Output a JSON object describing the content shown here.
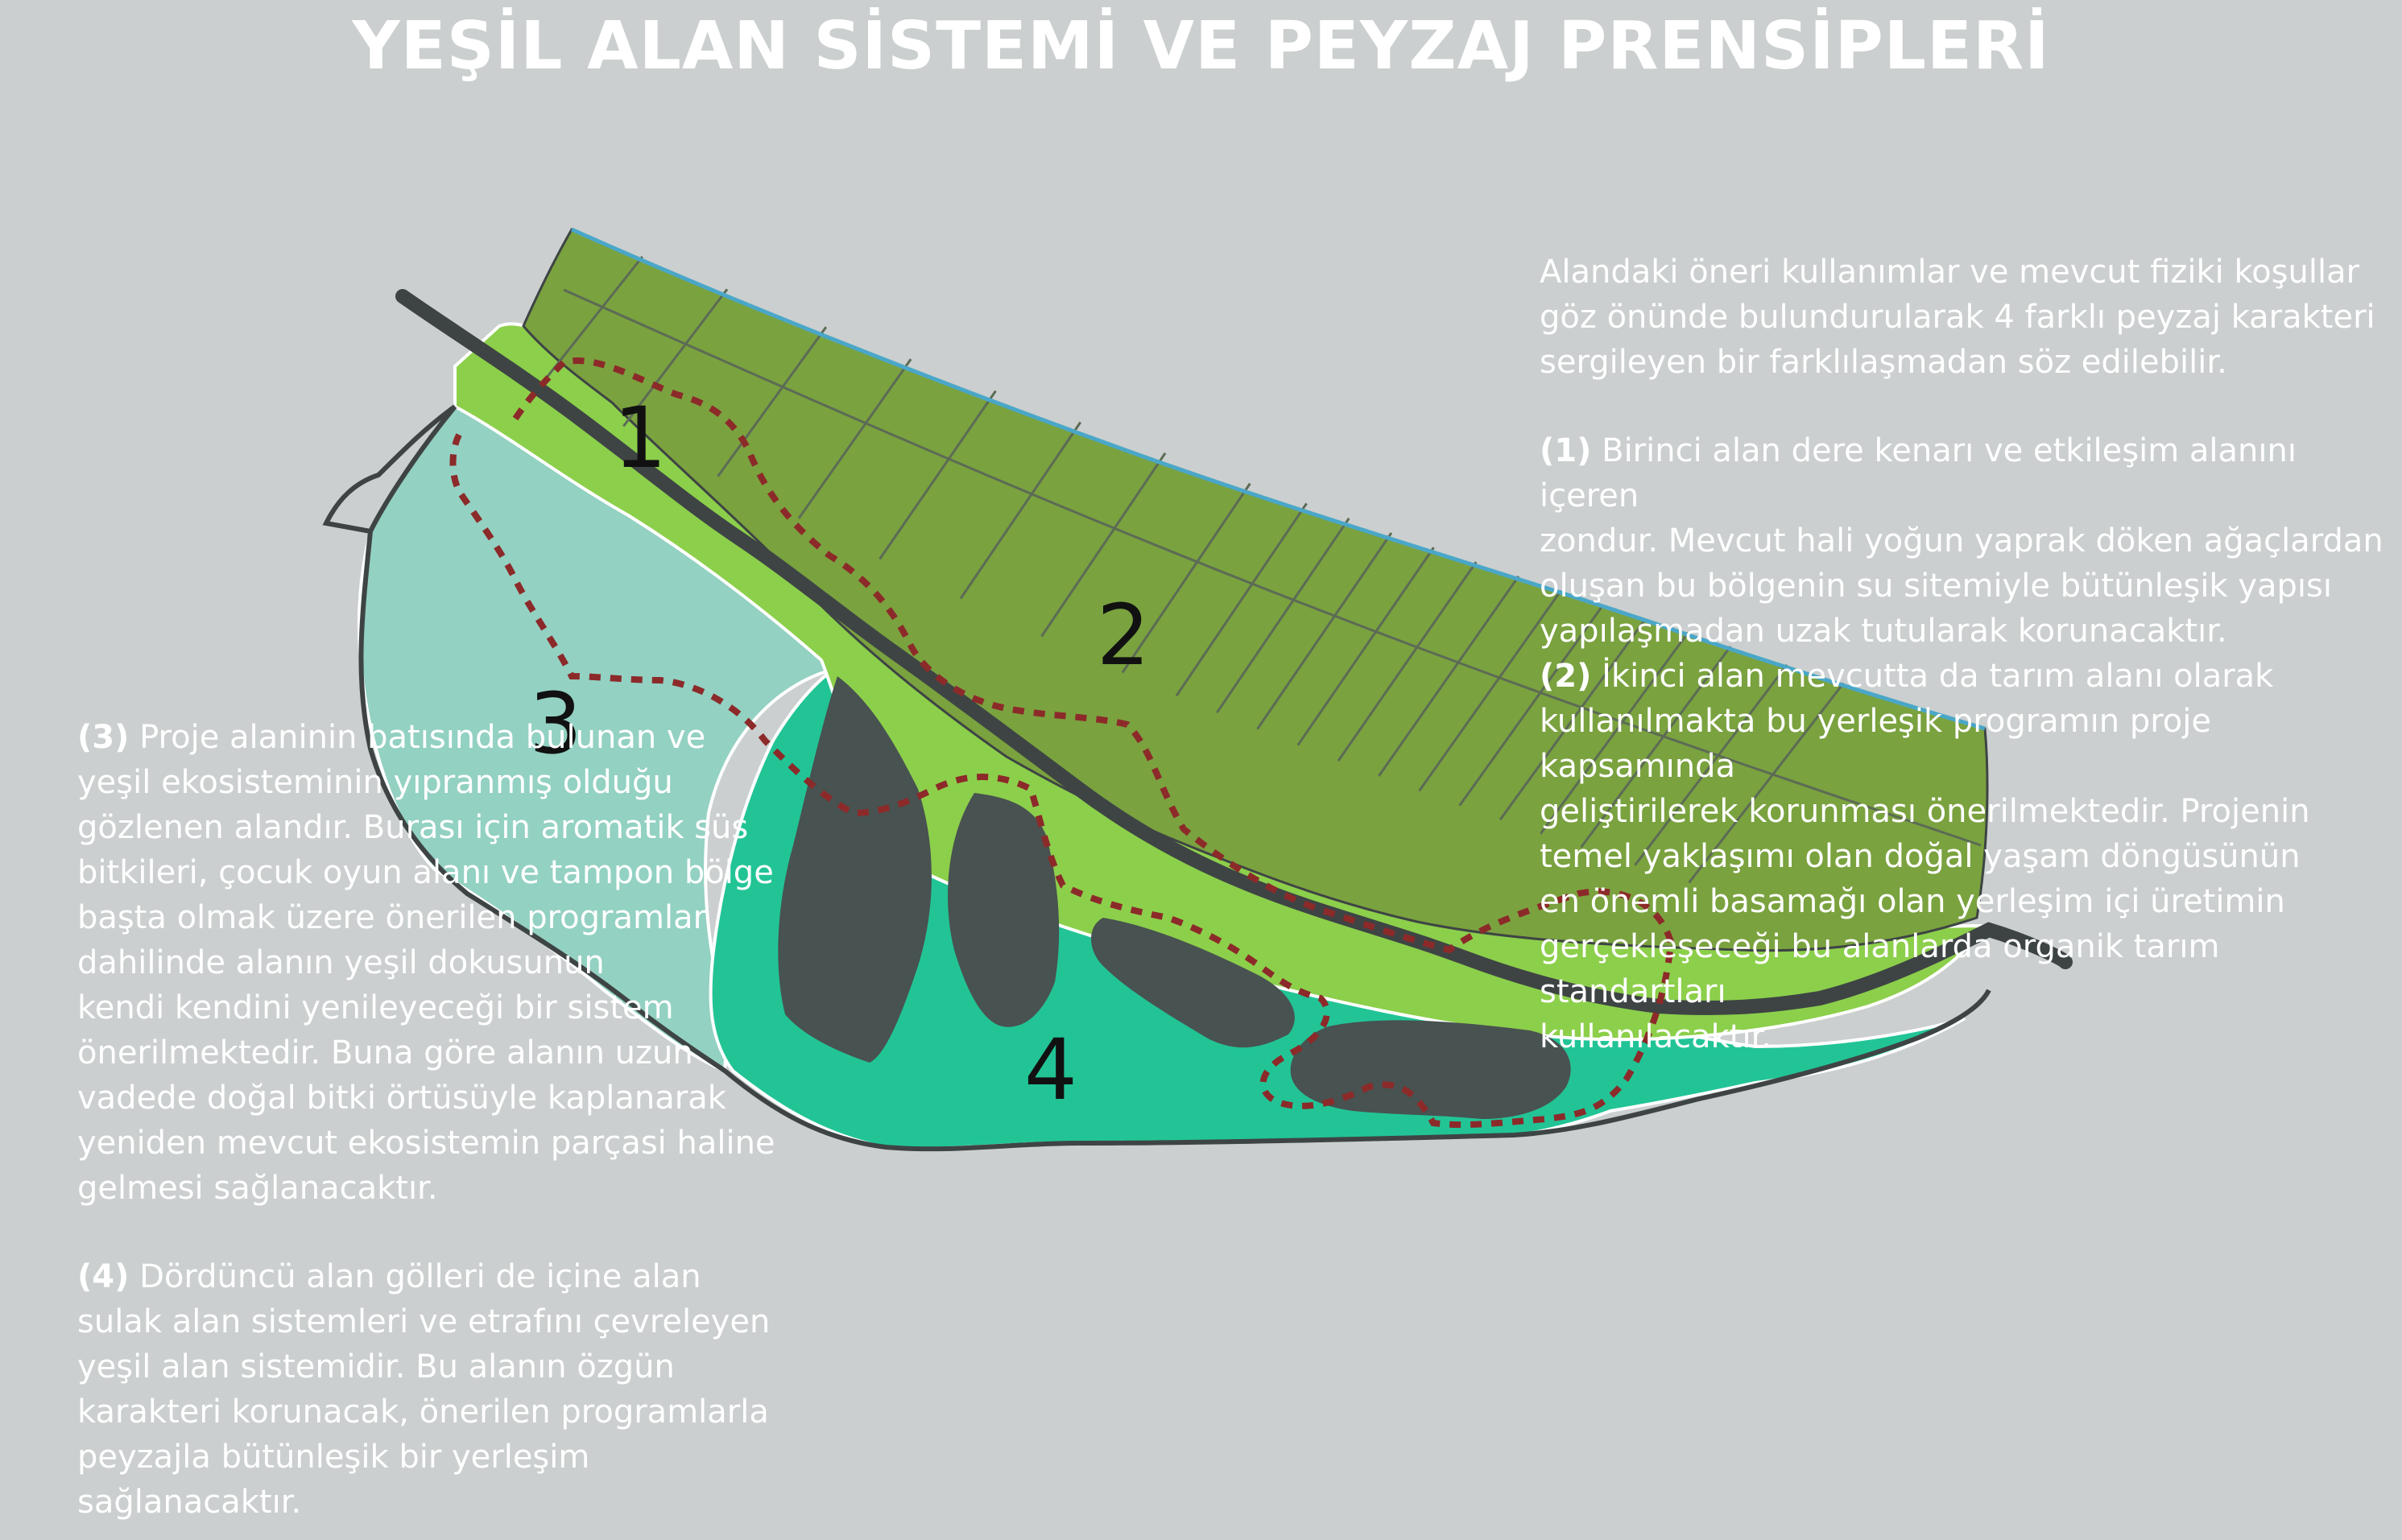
{
  "title": "YEŞİL ALAN SİSTEMİ VE PEYZAJ PRENSİPLERİ",
  "zones": [
    {
      "label": "1"
    },
    {
      "label": "2"
    },
    {
      "label": "3"
    },
    {
      "label": "4"
    }
  ],
  "intro": "Alandaki öneri kullanımlar ve mevcut fiziki koşullar\ngöz önünde bulundurularak 4 farklı peyzaj karakteri\nsergileyen bir farklılaşmadan söz edilebilir.",
  "paragraphs": [
    {
      "marker": "(1)",
      "text": " Birinci alan dere kenarı ve etkileşim alanını içeren\nzondur. Mevcut hali yoğun yaprak döken ağaçlardan\noluşan bu bölgenin su sitemiyle bütünleşik yapısı\nyapılaşmadan uzak tutularak korunacaktır."
    },
    {
      "marker": "(2)",
      "text": " İkinci alan mevcutta da tarım alanı olarak\nkullanılmakta bu yerleşik programın proje kapsamında\ngeliştirilerek korunması önerilmektedir. Projenin\ntemel yaklaşımı olan doğal yaşam döngüsünün\nen önemli basamağı olan yerleşim içi üretimin\ngerçekleşeceği bu alanlarda organik tarım standartları\nkullanılacaktır."
    },
    {
      "marker": "(3)",
      "text": " Proje alaninin batısında bulunan ve\nyeşil ekosisteminin yıpranmış olduğu\ngözlenen alandır. Burası için aromatik süs\nbitkileri, çocuk oyun alanı ve tampon bölge\nbaşta olmak üzere önerilen programlar\ndahilinde alanın yeşil dokusunun\nkendi kendini yenileyeceği bir sistem\nönerilmektedir. Buna göre alanın uzun\nvadede doğal bitki örtüsüyle kaplanarak\nyeniden mevcut ekosistemin parçasi haline\ngelmesi sağlanacaktır."
    },
    {
      "marker": "(4)",
      "text": " Dördüncü alan gölleri de içine alan\nsulak alan sistemleri ve etrafını çevreleyen\nyeşil alan sistemidir. Bu alanın özgün\nkarakteri korunacak, önerilen programlarla\npeyzajla bütünleşik bir yerleşim\nsağlanacaktır."
    }
  ],
  "colors": {
    "background": "#cbcfcf",
    "agriculture": "#7aa23f",
    "riverside": "#8ccf4b",
    "west_zone": "#93d1c2",
    "wetland": "#22c496",
    "lakes": "#485250",
    "river": "#3e4444",
    "path": "#8c2a2a",
    "coast": "#4aa7c8",
    "text": "#ffffff"
  }
}
